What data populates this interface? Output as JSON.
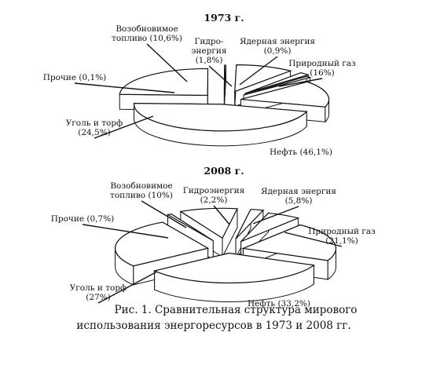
{
  "chart_data": [
    {
      "type": "pie",
      "title": "1973 г.",
      "series": [
        {
          "label_lines": [
            "Нефть (46,1%)"
          ],
          "value": 46.1
        },
        {
          "label_lines": [
            "Уголь и торф",
            "(24,5%)"
          ],
          "value": 24.5
        },
        {
          "label_lines": [
            "Прочие (0,1%)"
          ],
          "value": 0.1
        },
        {
          "label_lines": [
            "Возобновимое",
            "топливо (10,6%)"
          ],
          "value": 10.6
        },
        {
          "label_lines": [
            "Гидро-",
            "энергия",
            "(1,8%)"
          ],
          "value": 1.8
        },
        {
          "label_lines": [
            "Ядерная энергия",
            "(0,9%)"
          ],
          "value": 0.9
        },
        {
          "label_lines": [
            "Природный газ",
            "(16%)"
          ],
          "value": 16
        }
      ]
    },
    {
      "type": "pie",
      "title": "2008 г.",
      "series": [
        {
          "label_lines": [
            "Нефть (33,2%)"
          ],
          "value": 33.2
        },
        {
          "label_lines": [
            "Уголь и торф",
            "(27%)"
          ],
          "value": 27
        },
        {
          "label_lines": [
            "Прочие (0,7%)"
          ],
          "value": 0.7
        },
        {
          "label_lines": [
            "Возобновимое",
            "топливо (10%)"
          ],
          "value": 10
        },
        {
          "label_lines": [
            "Гидроэнергия",
            "(2,2%)"
          ],
          "value": 2.2
        },
        {
          "label_lines": [
            "Ядерная энергия",
            "(5,8%)"
          ],
          "value": 5.8
        },
        {
          "label_lines": [
            "Природный газ",
            "(21,1%)"
          ],
          "value": 21.1
        }
      ]
    }
  ],
  "caption": {
    "line1": "Рис. 1. Сравнительная структура мирового",
    "line2": "использования энергоресурсов в 1973 и 2008 гг."
  },
  "colors": {
    "fill": "#ffffff",
    "stroke": "#111111"
  }
}
